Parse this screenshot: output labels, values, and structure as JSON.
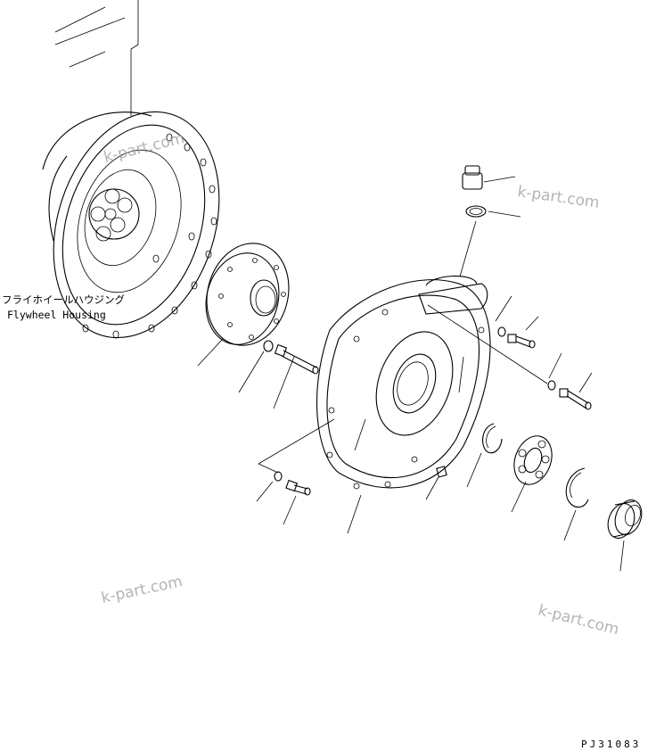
{
  "labels": {
    "part_name_jp": "フライホイールハウジング",
    "part_name_en": "Flywheel Housing"
  },
  "watermarks": [
    "k-part.com",
    "k-part.com",
    "k-part.com",
    "k-part.com"
  ],
  "drawing_code": "PJ31083"
}
